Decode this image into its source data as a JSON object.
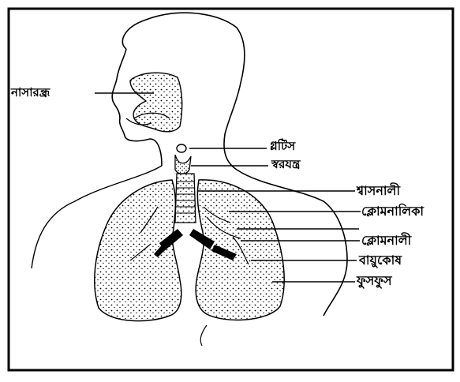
{
  "diagram": {
    "labels": {
      "nasal_cavity": "নাসারন্ধ্র",
      "glottis": "গ্লটিস",
      "larynx": "স্বরযন্ত্র",
      "trachea": "শ্বাসনালী",
      "bronchiole": "ক্লোমনালিকা",
      "bronchus": "ক্লোমনালী",
      "alveolus": "বায়ুকোষ",
      "lung": "ফুসফুস"
    }
  },
  "colors": {
    "ink": "#000000",
    "paper": "#ffffff"
  }
}
